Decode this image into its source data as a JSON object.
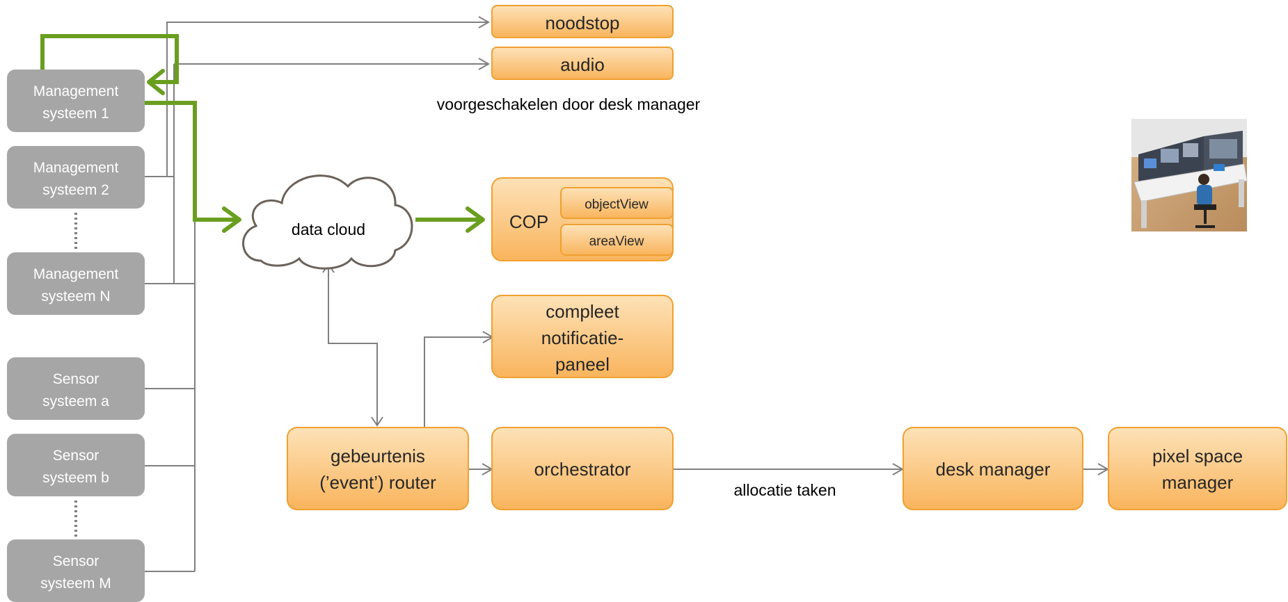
{
  "management_systems": [
    {
      "line1": "Management",
      "line2": "systeem 1"
    },
    {
      "line1": "Management",
      "line2": "systeem 2"
    },
    {
      "line1": "Management",
      "line2": "systeem N"
    }
  ],
  "sensor_systems": [
    {
      "line1": "Sensor",
      "line2": "systeem a"
    },
    {
      "line1": "Sensor",
      "line2": "systeem b"
    },
    {
      "line1": "Sensor",
      "line2": "systeem M"
    }
  ],
  "outputs": {
    "noodstop": "noodstop",
    "audio": "audio",
    "voorgeschakeld_label": "voorgeschakelen door desk manager"
  },
  "cloud": {
    "label": "data cloud"
  },
  "cop": {
    "label": "COP",
    "object_view": "objectView",
    "area_view": "areaView"
  },
  "notification_panel": {
    "line1": "compleet",
    "line2": "notificatie-",
    "line3": "paneel"
  },
  "event_router": {
    "line1": "gebeurtenis",
    "line2": "(’event’)  router"
  },
  "orchestrator": {
    "label": "orchestrator"
  },
  "allocation_label": "allocatie taken",
  "desk_manager": {
    "label": "desk manager"
  },
  "pixel_space_manager": {
    "line1": "pixel space",
    "line2": "manager"
  },
  "colors": {
    "gray_box": "#a6a6a6",
    "orange_border": "#f0a030",
    "orange_fill_top": "#fde2b8",
    "orange_fill_bottom": "#f9b45c",
    "green_flow": "#6a9e1f",
    "connector": "#7f7f7f"
  },
  "icons": {
    "control_room": "control-room-operator-icon"
  }
}
